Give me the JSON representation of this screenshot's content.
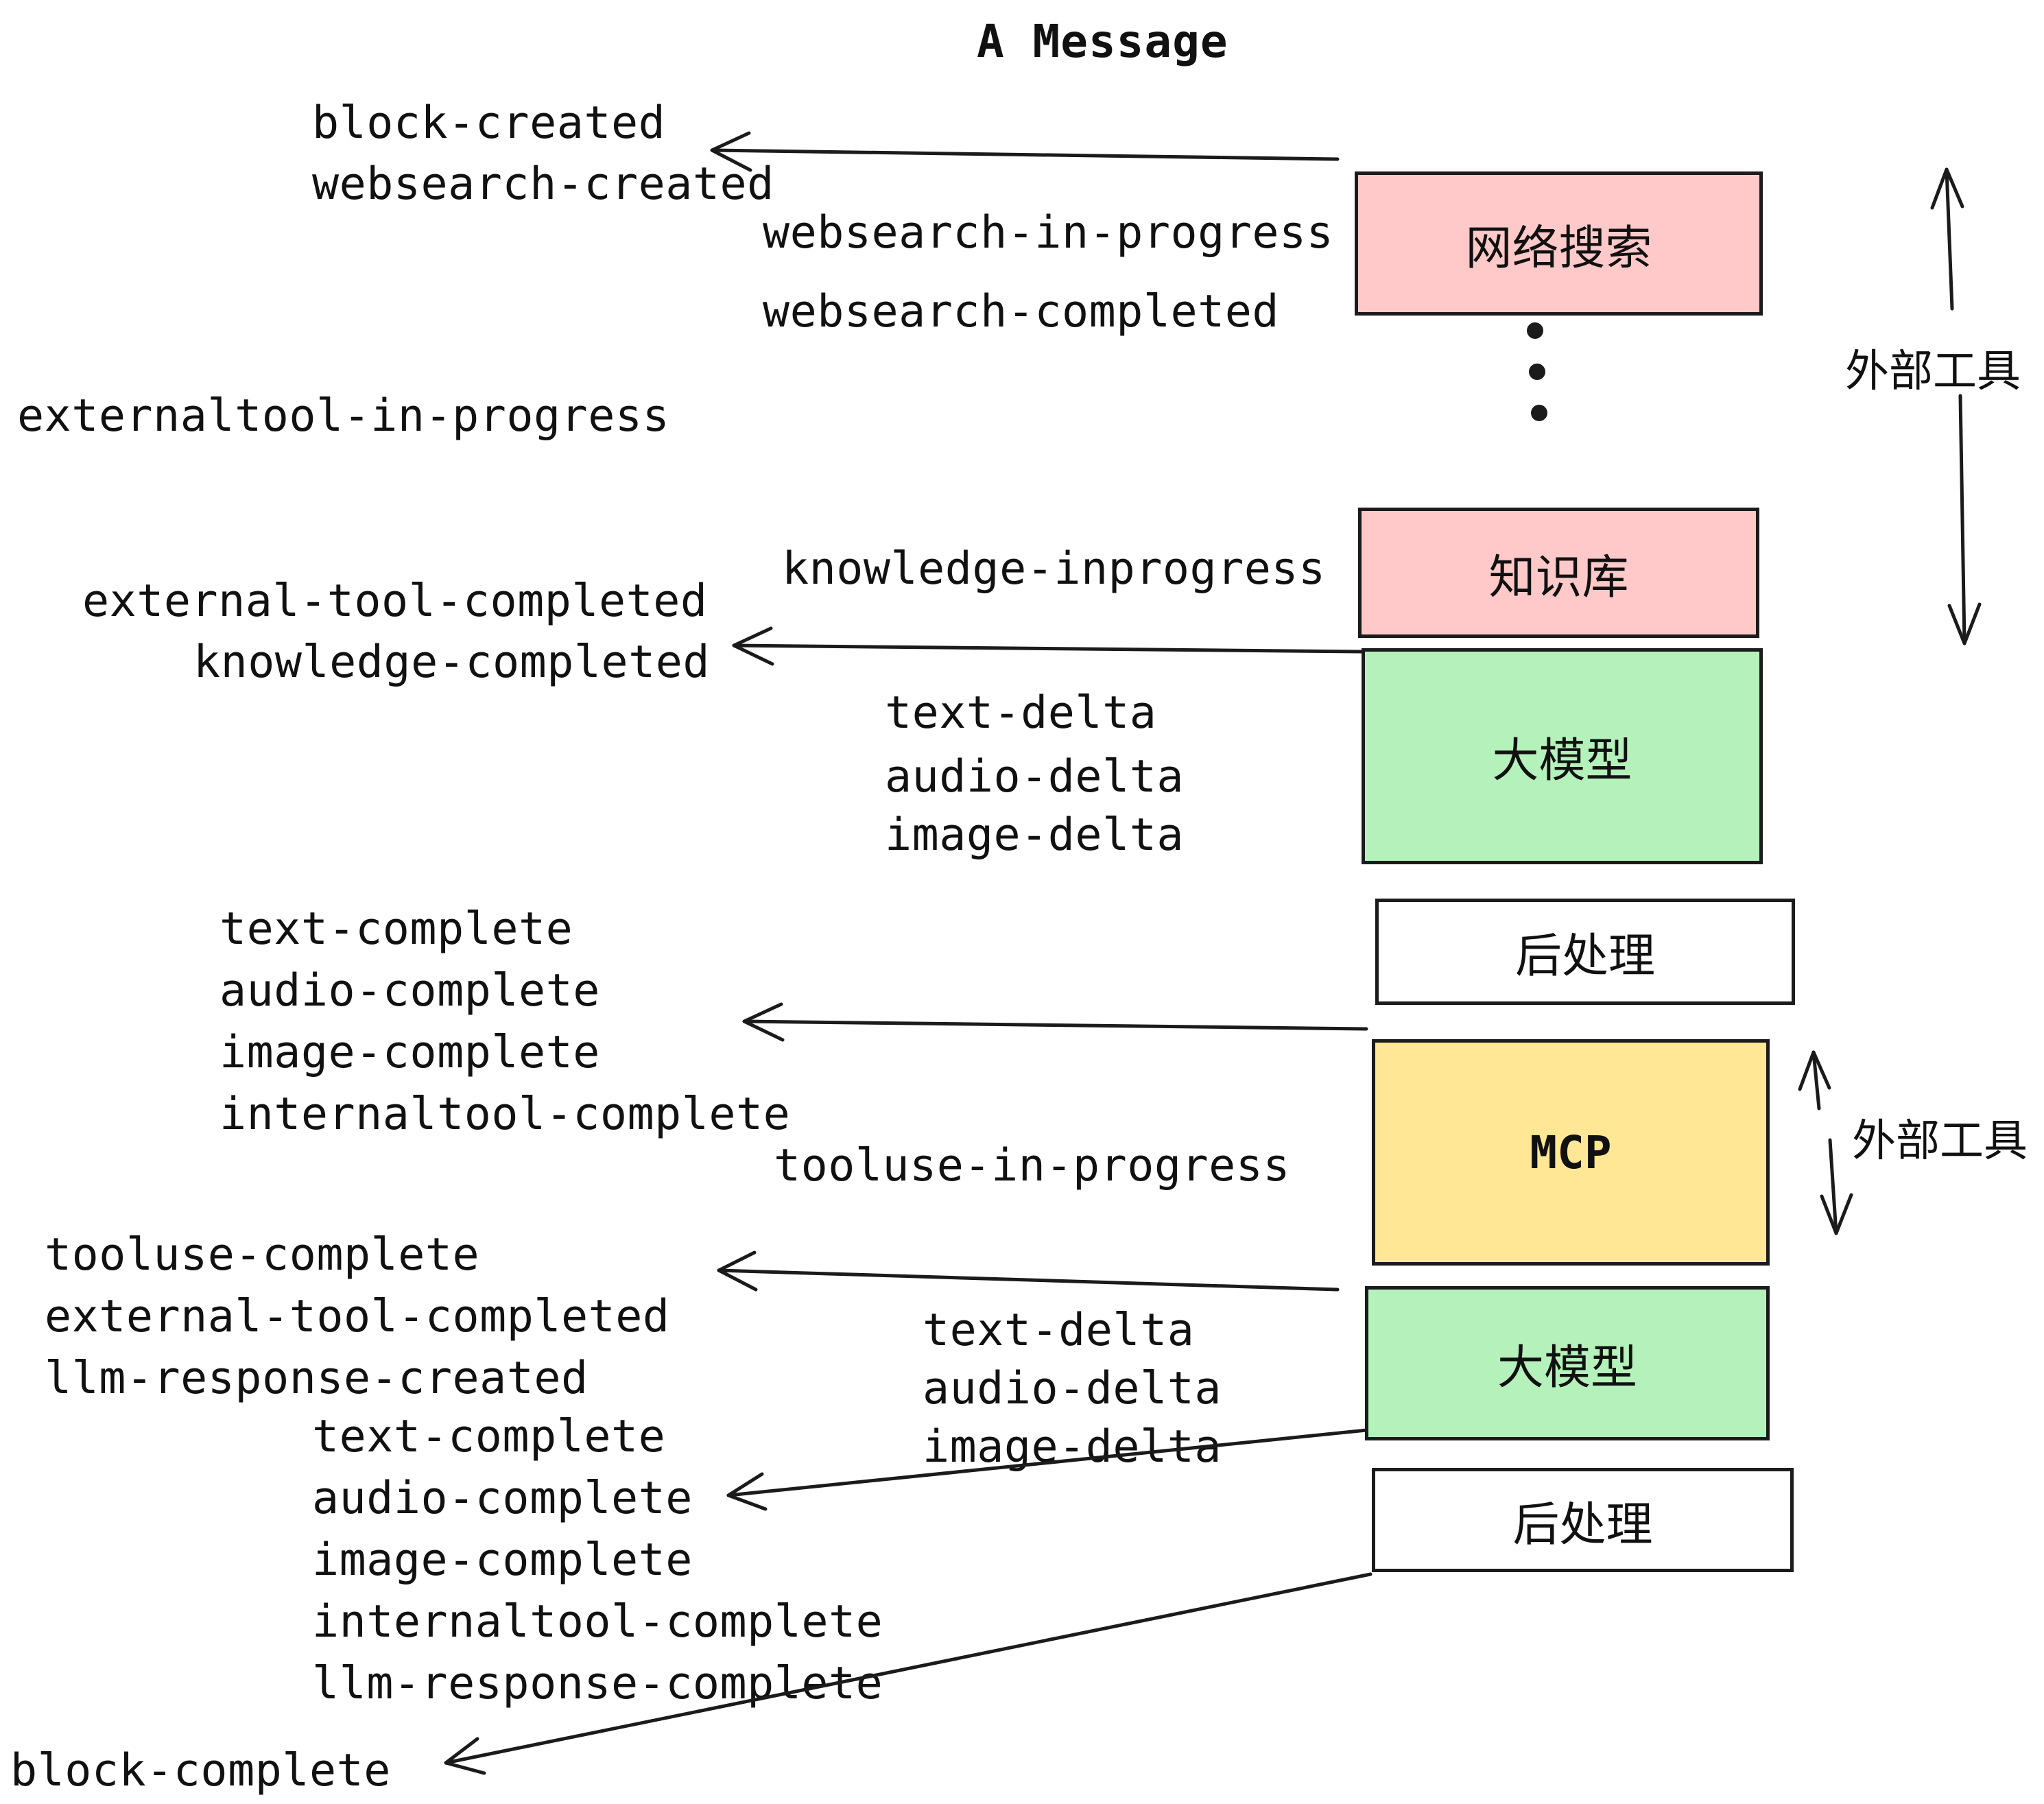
{
  "title": "A Message",
  "events": [
    {
      "text": "block-created"
    },
    {
      "text": "websearch-created"
    },
    {
      "text": "websearch-in-progress"
    },
    {
      "text": "websearch-completed"
    },
    {
      "text": "externaltool-in-progress"
    },
    {
      "text": "external-tool-completed"
    },
    {
      "text": "knowledge-completed"
    },
    {
      "text": "knowledge-inprogress"
    },
    {
      "text": "text-delta"
    },
    {
      "text": "audio-delta"
    },
    {
      "text": "image-delta"
    },
    {
      "text": "text-complete"
    },
    {
      "text": "audio-complete"
    },
    {
      "text": "image-complete"
    },
    {
      "text": "internaltool-complete"
    },
    {
      "text": "tooluse-in-progress"
    },
    {
      "text": "tooluse-complete"
    },
    {
      "text": "external-tool-completed"
    },
    {
      "text": "llm-response-created"
    },
    {
      "text": "text-delta"
    },
    {
      "text": "audio-delta"
    },
    {
      "text": "image-delta"
    },
    {
      "text": "text-complete"
    },
    {
      "text": "audio-complete"
    },
    {
      "text": "image-complete"
    },
    {
      "text": "internaltool-complete"
    },
    {
      "text": "llm-response-complete"
    },
    {
      "text": "block-complete"
    }
  ],
  "boxes": [
    {
      "label": "网络搜索"
    },
    {
      "label": "知识库"
    },
    {
      "label": "大模型"
    },
    {
      "label": "后处理"
    },
    {
      "label": "MCP"
    },
    {
      "label": "大模型"
    },
    {
      "label": "后处理"
    }
  ],
  "side_labels": [
    {
      "text": "外部工具"
    },
    {
      "text": "外部工具"
    }
  ],
  "icons": {
    "ellipsis": "vertical-dots"
  },
  "colors": {
    "node_pink": "#ffc9c9",
    "node_green": "#b5f2bb",
    "node_yellow": "#ffe795",
    "node_white": "#ffffff",
    "ink": "#1b1b1b",
    "background": "#ffffff"
  }
}
